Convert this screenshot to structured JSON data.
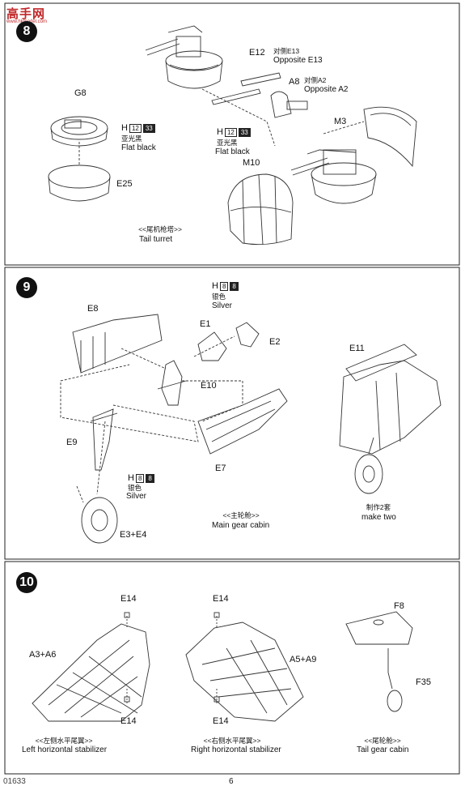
{
  "header": {
    "logo": "高手网",
    "logo_sub": "www.hkmodel.com"
  },
  "step8": {
    "number": "8",
    "g8": "G8",
    "e25": "E25",
    "e12": "E12",
    "opp_e13_cn": "对侧E13",
    "opp_e13_en": "Opposite E13",
    "a8": "A8",
    "opp_a2_cn": "对侧A2",
    "opp_a2_en": "Opposite A2",
    "m3": "M3",
    "m10": "M10",
    "paint1": {
      "h": "H",
      "n1": "12",
      "n2": "33",
      "cn": "亚光黑",
      "en": "Flat black"
    },
    "paint2": {
      "h": "H",
      "n1": "12",
      "n2": "33",
      "cn": "亚光黑",
      "en": "Flat black"
    },
    "caption_cn": "<<尾机枪塔>>",
    "caption_en": "Tail turret"
  },
  "step9": {
    "number": "9",
    "e8": "E8",
    "e1": "E1",
    "e2": "E2",
    "e10": "E10",
    "e9": "E9",
    "e7": "E7",
    "e3e4": "E3+E4",
    "e11": "E11",
    "paint1": {
      "h": "H",
      "n1": "8",
      "n2": "8",
      "cn": "银色",
      "en": "Silver"
    },
    "paint2": {
      "h": "H",
      "n1": "8",
      "n2": "8",
      "cn": "银色",
      "en": "Silver"
    },
    "caption_cn": "<<主轮舱>>",
    "caption_en": "Main gear cabin",
    "make_two_cn": "制作2套",
    "make_two_en": "make two"
  },
  "step10": {
    "number": "10",
    "e14_tl": "E14",
    "e14_bl": "E14",
    "a3a6": "A3+A6",
    "e14_tr": "E14",
    "e14_br": "E14",
    "a5a9": "A5+A9",
    "f8": "F8",
    "f35": "F35",
    "left_cn": "<<左侧水平尾翼>>",
    "left_en": "Left horizontal stabilizer",
    "right_cn": "<<右侧水平尾翼>>",
    "right_en": "Right horizontal stabilizer",
    "tail_cn": "<<尾轮舱>>",
    "tail_en": "Tail gear cabin"
  },
  "footer": {
    "code": "01633",
    "page": "6"
  }
}
